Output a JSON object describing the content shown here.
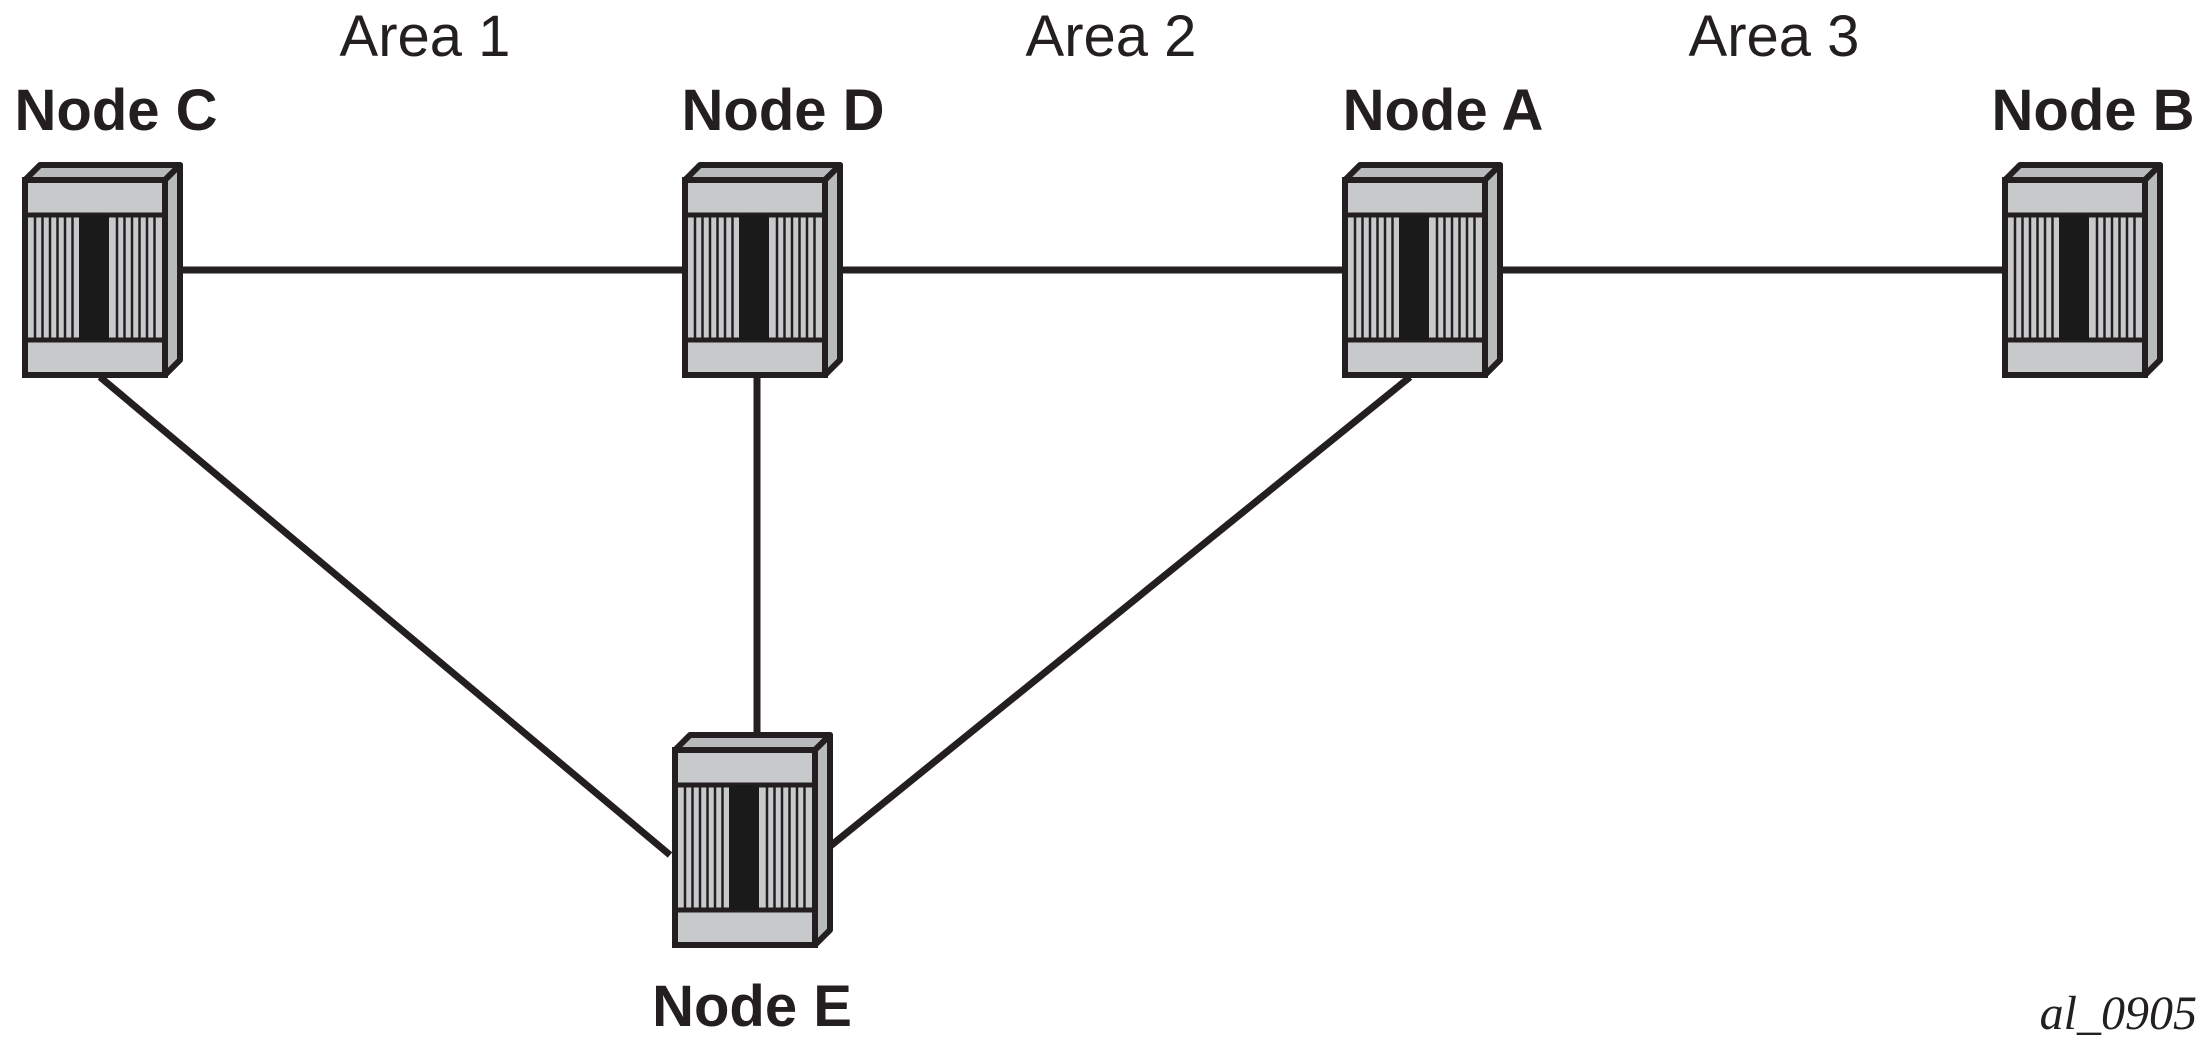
{
  "diagram": {
    "areas": [
      {
        "id": "area1",
        "label": "Area 1"
      },
      {
        "id": "area2",
        "label": "Area 2"
      },
      {
        "id": "area3",
        "label": "Area 3"
      }
    ],
    "nodes": [
      {
        "id": "C",
        "label": "Node C"
      },
      {
        "id": "D",
        "label": "Node D"
      },
      {
        "id": "A",
        "label": "Node A"
      },
      {
        "id": "B",
        "label": "Node B"
      },
      {
        "id": "E",
        "label": "Node E"
      }
    ],
    "links": [
      {
        "from": "C",
        "to": "D"
      },
      {
        "from": "D",
        "to": "A"
      },
      {
        "from": "A",
        "to": "B"
      },
      {
        "from": "C",
        "to": "E"
      },
      {
        "from": "D",
        "to": "E"
      },
      {
        "from": "A",
        "to": "E"
      }
    ],
    "figure_id": "al_0905",
    "colors": {
      "stroke": "#231f20",
      "device_face": "#c8c9cb",
      "device_side": "#b9babc",
      "device_core": "#1a1a1a",
      "background": "#ffffff"
    }
  }
}
